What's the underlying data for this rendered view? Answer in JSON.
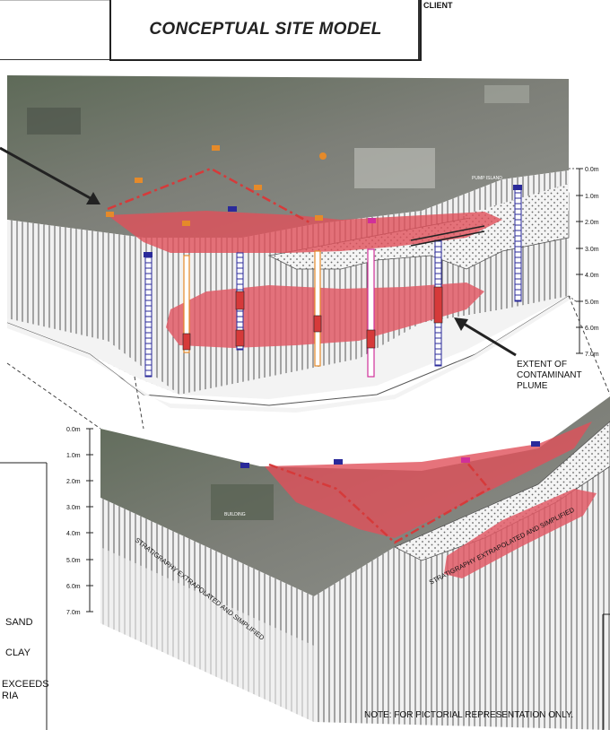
{
  "header": {
    "title": "CONCEPTUAL SITE MODEL",
    "client_label": "CLIENT"
  },
  "upper_block": {
    "scale_labels": [
      "0.0m",
      "1.0m",
      "2.0m",
      "3.0m",
      "4.0m",
      "5.0m",
      "6.0m",
      "7.0m"
    ],
    "annotation": [
      "EXTENT OF",
      "CONTAMINANT",
      "PLUME"
    ],
    "map_label": "PUMP ISLAND"
  },
  "lower_block": {
    "scale_labels": [
      "0.0m",
      "1.0m",
      "2.0m",
      "3.0m",
      "4.0m",
      "5.0m",
      "6.0m",
      "7.0m"
    ],
    "stratigraphy_left": "STRATIGRAPHY EXTRAPOLATED AND SIMPLIFIED",
    "stratigraphy_right": "STRATIGRAPHY EXTRAPOLATED AND SIMPLIFIED",
    "map_label": "BUILDING"
  },
  "legend": {
    "items": [
      "SAND",
      "CLAY",
      "EXCEEDS",
      "RIA"
    ]
  },
  "note": "NOTE: FOR PICTORIAL REPRESENTATION ONLY.",
  "colors": {
    "plume": "#e0505a",
    "aerial": "#6d7268",
    "well_blue": "#2a2a9a",
    "well_orange": "#e58a2a",
    "well_pink": "#d0309a"
  }
}
